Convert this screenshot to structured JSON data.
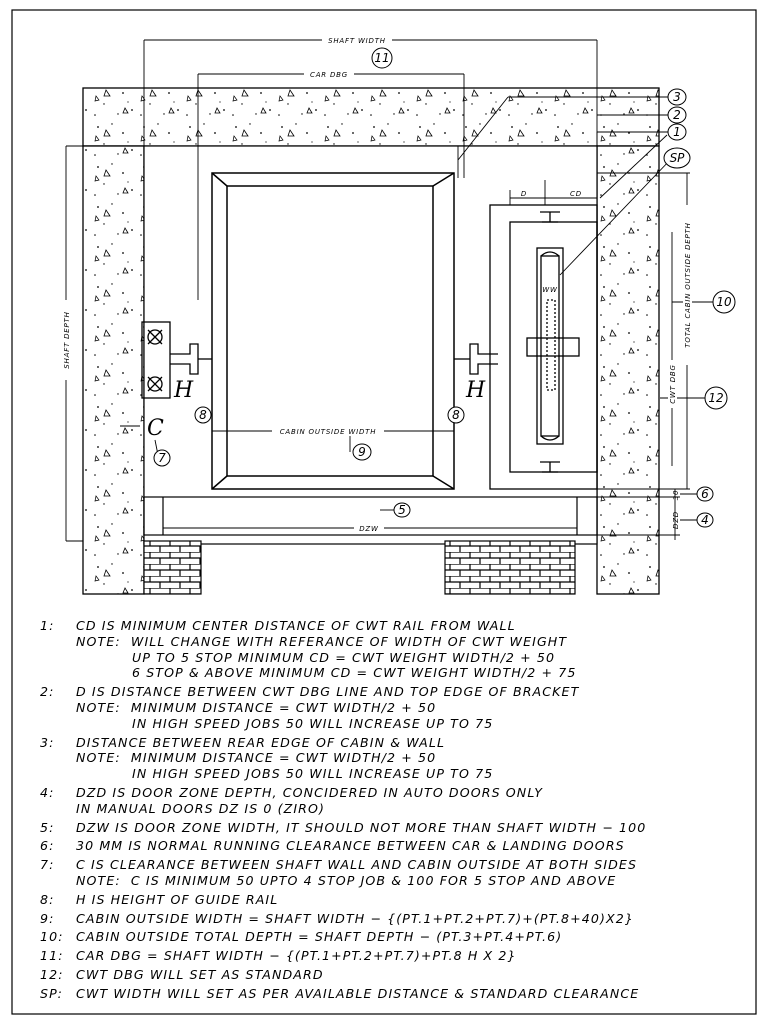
{
  "dimensions": {
    "shaft_width": "SHAFT WIDTH",
    "car_dbg": "CAR DBG",
    "shaft_depth": "SHAFT DEPTH",
    "cabin_outside_width": "CABIN OUTSIDE WIDTH",
    "total_cabin_outside_depth": "TOTAL CABIN OUTSIDE DEPTH",
    "cwt_dbg": "CWT DBG",
    "dzw": "DZW",
    "dzd": "DZD",
    "gap_30": "30",
    "d": "D",
    "cd": "CD",
    "ww": "WW"
  },
  "symbols": {
    "h_left": "H",
    "h_right": "H",
    "c": "C"
  },
  "bubbles": {
    "b11": "11",
    "b3": "3",
    "b2": "2",
    "b1": "1",
    "bsp": "SP",
    "b10": "10",
    "b12": "12",
    "b6": "6",
    "b4": "4",
    "b5": "5",
    "b9": "9",
    "b8_left": "8",
    "b8_right": "8",
    "b7": "7"
  },
  "notes": [
    {
      "num": "1:",
      "lines": [
        "CD IS MINIMUM CENTER DISTANCE OF CWT RAIL FROM WALL",
        "NOTE:  WILL CHANGE WITH REFERANCE OF WIDTH OF CWT WEIGHT"
      ],
      "sub": [
        "UP TO 5 STOP MINIMUM CD = CWT WEIGHT WIDTH/2 + 50",
        "6 STOP & ABOVE MINIMUM CD = CWT WEIGHT WIDTH/2 + 75"
      ]
    },
    {
      "num": "2:",
      "lines": [
        "D IS DISTANCE BETWEEN CWT DBG LINE AND TOP EDGE OF BRACKET",
        "NOTE:  MINIMUM DISTANCE = CWT WIDTH/2 + 50"
      ],
      "sub": [
        "IN HIGH SPEED JOBS 50 WILL INCREASE UP TO 75"
      ]
    },
    {
      "num": "3:",
      "lines": [
        "DISTANCE BETWEEN REAR EDGE OF CABIN & WALL",
        "NOTE:  MINIMUM DISTANCE = CWT WIDTH/2 + 50"
      ],
      "sub": [
        "IN HIGH SPEED JOBS 50 WILL INCREASE UP TO 75"
      ]
    },
    {
      "num": "4:",
      "lines": [
        "DZD IS DOOR ZONE DEPTH, CONCIDERED IN AUTO DOORS ONLY",
        "IN MANUAL DOORS DZ IS 0 (ZIRO)"
      ],
      "sub": []
    },
    {
      "num": "5:",
      "lines": [
        "DZW IS DOOR ZONE WIDTH, IT SHOULD NOT MORE THAN SHAFT WIDTH − 100"
      ],
      "sub": []
    },
    {
      "num": "6:",
      "lines": [
        "30 MM IS NORMAL RUNNING CLEARANCE BETWEEN CAR & LANDING DOORS"
      ],
      "sub": []
    },
    {
      "num": "7:",
      "lines": [
        "C IS CLEARANCE BETWEEN SHAFT WALL AND CABIN OUTSIDE AT BOTH SIDES",
        "NOTE:  C IS MINIMUM 50 UPTO 4 STOP JOB & 100 FOR 5 STOP AND ABOVE"
      ],
      "sub": []
    },
    {
      "num": "8:",
      "lines": [
        "H IS HEIGHT OF GUIDE RAIL"
      ],
      "sub": []
    },
    {
      "num": "9:",
      "lines": [
        "CABIN OUTSIDE WIDTH = SHAFT WIDTH − {(PT.1+PT.2+PT.7)+(PT.8+40)X2}"
      ],
      "sub": []
    },
    {
      "num": "10:",
      "lines": [
        "CABIN OUTSIDE TOTAL DEPTH = SHAFT DEPTH − (PT.3+PT.4+PT.6)"
      ],
      "sub": []
    },
    {
      "num": "11:",
      "lines": [
        "CAR DBG = SHAFT WIDTH − {(PT.1+PT.2+PT.7)+PT.8 H X 2}"
      ],
      "sub": []
    },
    {
      "num": "12:",
      "lines": [
        "CWT DBG WILL SET AS STANDARD"
      ],
      "sub": []
    },
    {
      "num": "SP:",
      "lines": [
        "CWT WIDTH WILL SET AS PER AVAILABLE DISTANCE & STANDARD CLEARANCE"
      ],
      "sub": []
    }
  ]
}
